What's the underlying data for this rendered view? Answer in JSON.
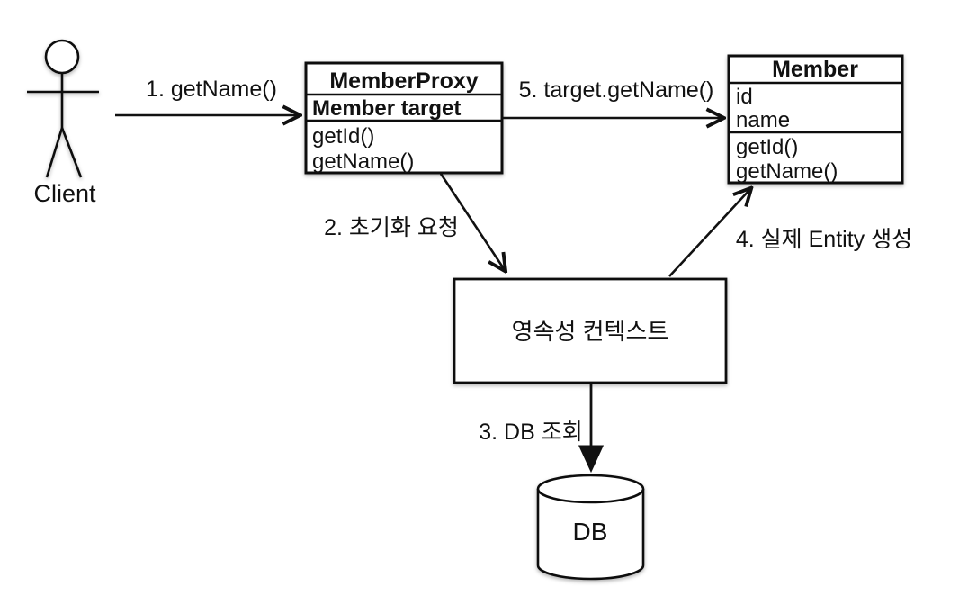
{
  "diagram": {
    "actor": {
      "label": "Client"
    },
    "classes": {
      "member_proxy": {
        "title": "MemberProxy",
        "fields": [
          "Member target"
        ],
        "methods": [
          "getId()",
          "getName()"
        ]
      },
      "member": {
        "title": "Member",
        "fields": [
          "id",
          "name"
        ],
        "methods": [
          "getId()",
          "getName()"
        ]
      }
    },
    "persistence_context": {
      "label": "영속성 컨텍스트"
    },
    "database": {
      "label": "DB"
    },
    "arrows": [
      {
        "label": "1. getName()"
      },
      {
        "label": "2. 초기화 요청"
      },
      {
        "label": "3. DB 조회"
      },
      {
        "label": "4. 실제 Entity 생성"
      },
      {
        "label": "5. target.getName()"
      }
    ],
    "colors": {
      "stroke": "#111111",
      "background": "#ffffff"
    }
  }
}
